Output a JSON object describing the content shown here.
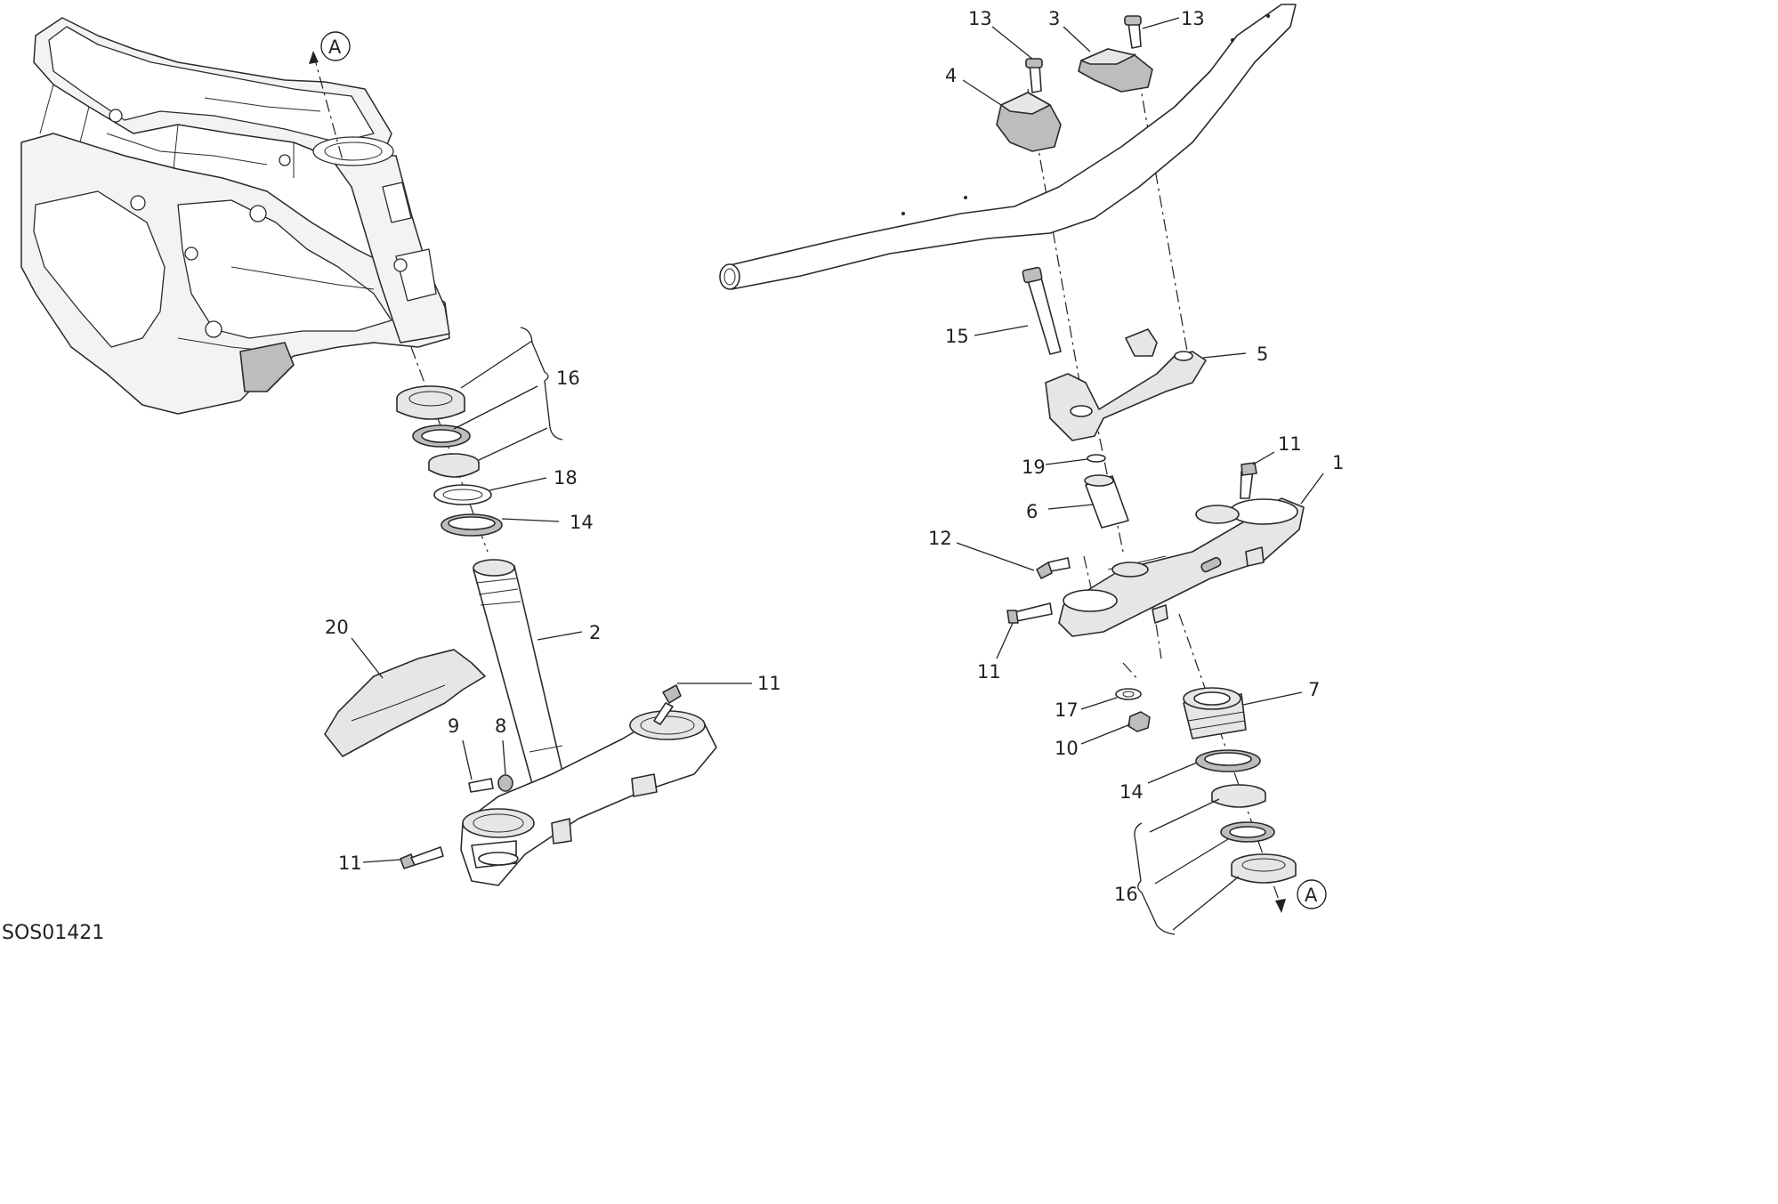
{
  "diagram": {
    "code": "SOS01421",
    "ref_marker": "A",
    "labels": {
      "l1": "1",
      "l2": "2",
      "l3": "3",
      "l4": "4",
      "l5": "5",
      "l6": "6",
      "l7": "7",
      "l8": "8",
      "l9": "9",
      "l10": "10",
      "l11a": "11",
      "l11b": "11",
      "l11c": "11",
      "l11d": "11",
      "l12": "12",
      "l13a": "13",
      "l13b": "13",
      "l14a": "14",
      "l14b": "14",
      "l15": "15",
      "l16a": "16",
      "l16b": "16",
      "l17": "17",
      "l18": "18",
      "l19": "19",
      "l20": "20"
    }
  }
}
